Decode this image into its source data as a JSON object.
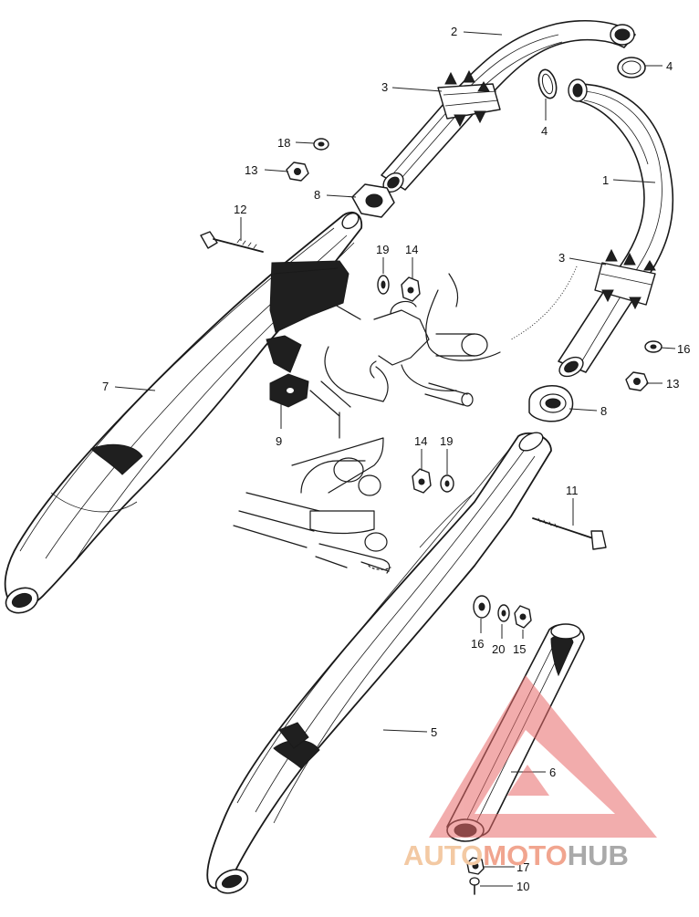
{
  "diagram": {
    "callouts": [
      {
        "id": "c1",
        "label": "1"
      },
      {
        "id": "c2",
        "label": "2"
      },
      {
        "id": "c3a",
        "label": "3"
      },
      {
        "id": "c3b",
        "label": "3"
      },
      {
        "id": "c4a",
        "label": "4"
      },
      {
        "id": "c4b",
        "label": "4"
      },
      {
        "id": "c5",
        "label": "5"
      },
      {
        "id": "c6",
        "label": "6"
      },
      {
        "id": "c7",
        "label": "7"
      },
      {
        "id": "c8a",
        "label": "8"
      },
      {
        "id": "c8b",
        "label": "8"
      },
      {
        "id": "c9",
        "label": "9"
      },
      {
        "id": "c10",
        "label": "10"
      },
      {
        "id": "c11",
        "label": "11"
      },
      {
        "id": "c12",
        "label": "12"
      },
      {
        "id": "c13a",
        "label": "13"
      },
      {
        "id": "c13b",
        "label": "13"
      },
      {
        "id": "c14a",
        "label": "14"
      },
      {
        "id": "c14b",
        "label": "14"
      },
      {
        "id": "c15",
        "label": "15"
      },
      {
        "id": "c16a",
        "label": "16"
      },
      {
        "id": "c16b",
        "label": "16"
      },
      {
        "id": "c17",
        "label": "17"
      },
      {
        "id": "c18",
        "label": "18"
      },
      {
        "id": "c19a",
        "label": "19"
      },
      {
        "id": "c19b",
        "label": "19"
      },
      {
        "id": "c20",
        "label": "20"
      }
    ]
  },
  "watermark": {
    "part1": "AUTO",
    "part2": "MOTO",
    "part3": "HUB",
    "colors": {
      "part1": "#f3c9a3",
      "part2": "#f1a58f",
      "part3": "#a9a9a9",
      "triangle": "#e86a6a"
    }
  }
}
